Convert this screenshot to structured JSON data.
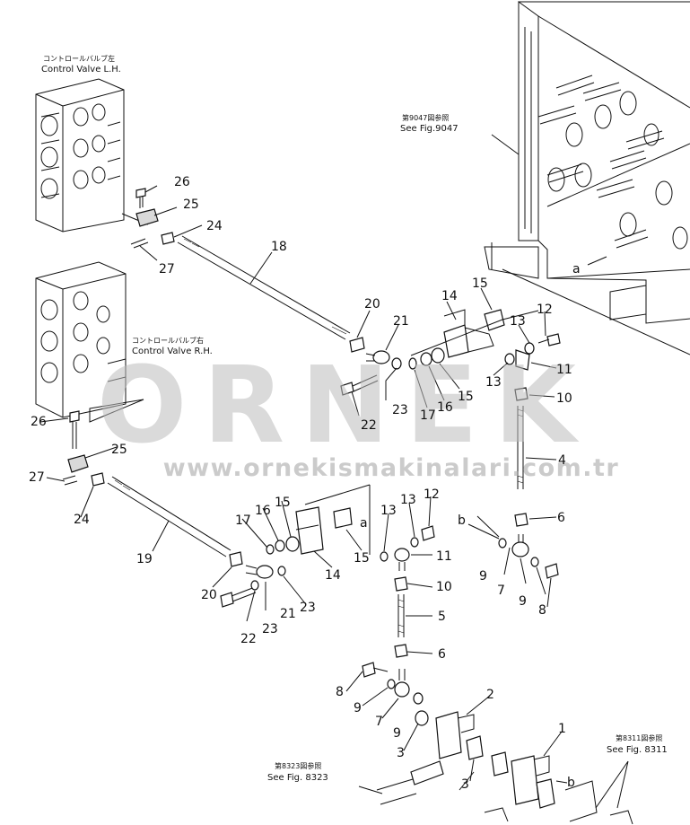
{
  "captions": {
    "lh_jp": "コントロールバルブ左",
    "lh_en": "Control Valve L.H.",
    "rh_jp": "コントロールバルブ右",
    "rh_en": "Control Valve R.H.",
    "fig9047_jp": "第9047図参照",
    "fig9047_en": "See Fig.9047",
    "fig8323_jp": "第8323図参照",
    "fig8323_en": "See Fig. 8323",
    "fig8311_jp": "第8311図参照",
    "fig8311_en": "See Fig. 8311"
  },
  "watermark": {
    "brand": "ORNEK",
    "url": "www.ornekismakinalari.com.tr"
  },
  "markers": {
    "a": "a",
    "b": "b"
  },
  "callouts": {
    "c1": "1",
    "c2": "2",
    "c3a": "3",
    "c3b": "3",
    "c4": "4",
    "c5": "5",
    "c6a": "6",
    "c6b": "6",
    "c7a": "7",
    "c7b": "7",
    "c8a": "8",
    "c8b": "8",
    "c9a": "9",
    "c9b": "9",
    "c9c": "9",
    "c9d": "9",
    "c10a": "10",
    "c10b": "10",
    "c11a": "11",
    "c11b": "11",
    "c12a": "12",
    "c12b": "12",
    "c13a": "13",
    "c13b": "13",
    "c13c": "13",
    "c13d": "13",
    "c14a": "14",
    "c14b": "14",
    "c15a": "15",
    "c15b": "15",
    "c15c": "15",
    "c15d": "15",
    "c16a": "16",
    "c16b": "16",
    "c17a": "17",
    "c17b": "17",
    "c18": "18",
    "c19": "19",
    "c20a": "20",
    "c20b": "20",
    "c21a": "21",
    "c21b": "21",
    "c22a": "22",
    "c22b": "22",
    "c23a": "23",
    "c23b": "23",
    "c23c": "23",
    "c24a": "24",
    "c24b": "24",
    "c25a": "25",
    "c25b": "25",
    "c26a": "26",
    "c26b": "26",
    "c27a": "27",
    "c27b": "27"
  }
}
